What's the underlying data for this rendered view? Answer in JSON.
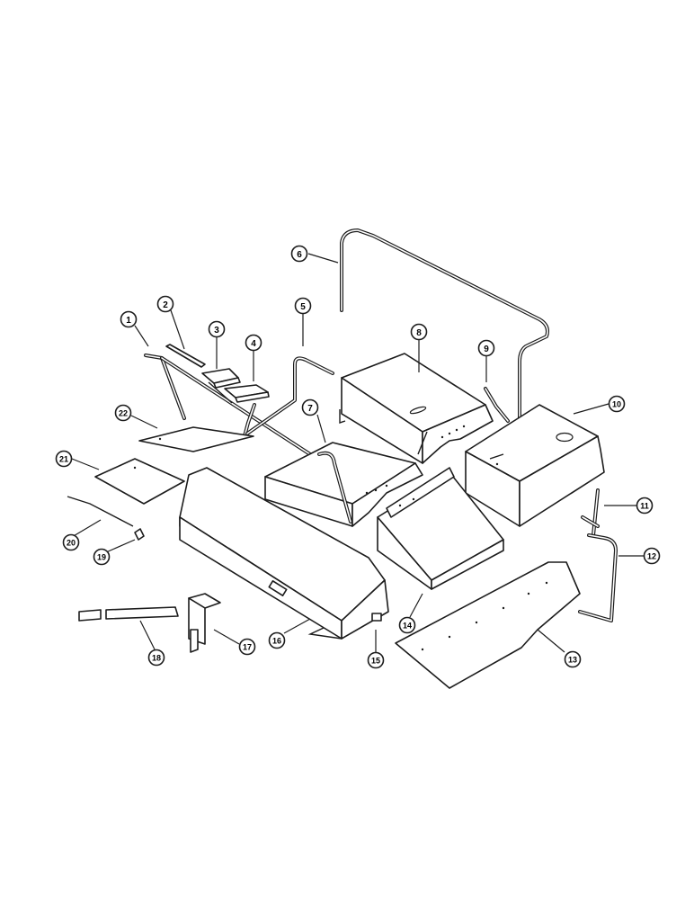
{
  "callouts": [
    {
      "id": "c1",
      "label": "1"
    },
    {
      "id": "c2",
      "label": "2"
    },
    {
      "id": "c3",
      "label": "3"
    },
    {
      "id": "c4",
      "label": "4"
    },
    {
      "id": "c5",
      "label": "5"
    },
    {
      "id": "c6",
      "label": "6"
    },
    {
      "id": "c7",
      "label": "7"
    },
    {
      "id": "c8",
      "label": "8"
    },
    {
      "id": "c9",
      "label": "9"
    },
    {
      "id": "c10",
      "label": "10"
    },
    {
      "id": "c11",
      "label": "11"
    },
    {
      "id": "c12",
      "label": "12"
    },
    {
      "id": "c13",
      "label": "13"
    },
    {
      "id": "c14",
      "label": "14"
    },
    {
      "id": "c15",
      "label": "15"
    },
    {
      "id": "c16",
      "label": "16"
    },
    {
      "id": "c17",
      "label": "17"
    },
    {
      "id": "c18",
      "label": "18"
    },
    {
      "id": "c19",
      "label": "19"
    },
    {
      "id": "c20",
      "label": "20"
    },
    {
      "id": "c21",
      "label": "21"
    },
    {
      "id": "c22",
      "label": "22"
    }
  ],
  "colors": {
    "ink": "#1c1c1c",
    "paper": "#ffffff"
  }
}
